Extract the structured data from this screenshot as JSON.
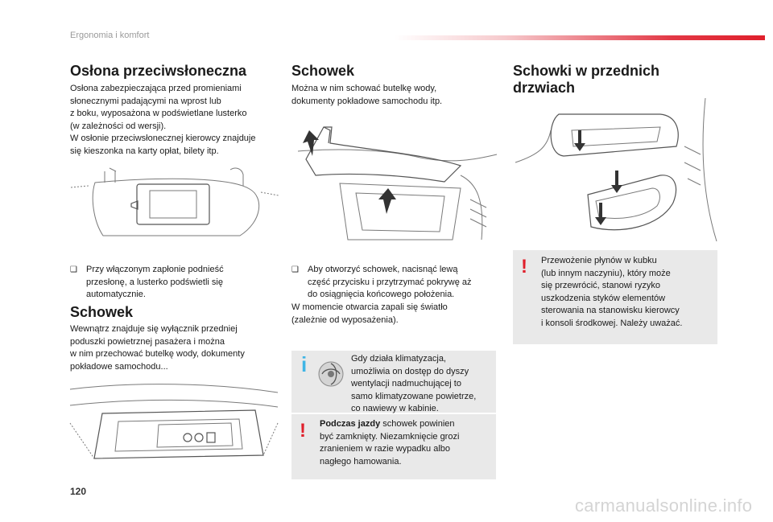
{
  "header": {
    "chapter_title": "Ergonomia i komfort"
  },
  "page_number": "120",
  "col1": {
    "title": "Osłona przeciwsłoneczna",
    "paragraph": "Osłona zabezpieczająca przed promieniami\nsłonecznymi padającymi na wprost lub\nz boku, wyposażona w podświetlane lusterko\n(w zależności od wersji).\nW osłonie przeciwsłonecznej kierowcy znajduje\nsię kieszonka na karty opłat, bilety itp.",
    "bullet_mark": "❑",
    "bullet": "Przy włączonym zapłonie podnieść\nprzesłonę, a lusterko podświetli się\nautomatycznie.",
    "title2": "Schowek",
    "paragraph2": "Wewnątrz znajduje się wyłącznik przedniej\npoduszki powietrznej pasażera i można\nw nim przechować butelkę wody, dokumenty\npokładowe samochodu..."
  },
  "col2": {
    "title": "Schowek",
    "paragraph": "Można w nim schować butelkę wody,\ndokumenty pokładowe samochodu itp.",
    "bullet_mark": "❑",
    "bullet": "Aby otworzyć schowek, nacisnąć lewą\nczęść przycisku i przytrzymać pokrywę aż\ndo osiągnięcia końcowego położenia.",
    "paragraph2": "W momencie otwarcia zapali się światło\n(zależnie od wyposażenia).",
    "info_symbol": "i",
    "info_text": "Gdy działa klimatyzacja,\numożliwia on dostęp do dyszy\nwentylacji nadmuchującej to\nsamo klimatyzowane powietrze,\nco nawiewy w kabinie.",
    "warn_symbol": "!",
    "warn_bold": "Podczas jazdy",
    "warn_text": " schowek powinien\nbyć zamknięty. Niezamknięcie grozi\nzranieniem w razie wypadku albo\nnagłego hamowania."
  },
  "col3": {
    "title": "Schowki w przednich\ndrzwiach",
    "warn_symbol": "!",
    "warn_text": "Przewożenie płynów w kubku\n(lub innym naczyniu), który może\nsię przewrócić, stanowi ryzyko\nuszkodzenia styków elementów\nsterowania na stanowisku kierowcy\ni konsoli środkowej. Należy uważać."
  },
  "watermark": "carmanualsonline.info",
  "colors": {
    "accent_red": "#e0202c",
    "info_blue": "#3fb5e5",
    "panel_gray": "#e9e9e9"
  },
  "icons": [
    "warning-exclamation-icon",
    "info-icon",
    "air-vent-icon"
  ]
}
